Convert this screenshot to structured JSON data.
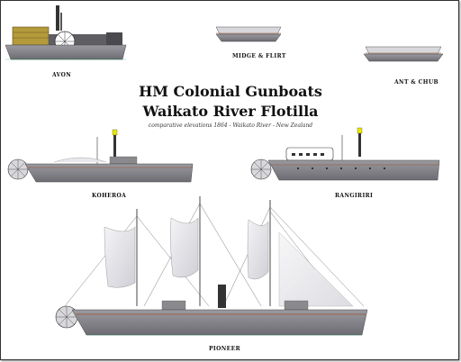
{
  "title_line1": "HM Colonial Gunboats",
  "title_line2": "Waikato River Flotilla",
  "subtitle": "comparative elevations 1864 - Waikato River - New Zealand",
  "labels": {
    "avon": "AVON",
    "midge_flirt": "MIDGE & FLIRT",
    "ant_chub": "ANT & CHUB",
    "koheroa": "KOHEROA",
    "rangiriri": "RANGIRIRI",
    "pioneer": "PIONEER"
  },
  "colors": {
    "hull": "#8d8d92",
    "deck_house": "#b59a3c",
    "waterline": "#a0522d",
    "sail": "#e6e6ea",
    "funnel_band": "#e8e800"
  }
}
